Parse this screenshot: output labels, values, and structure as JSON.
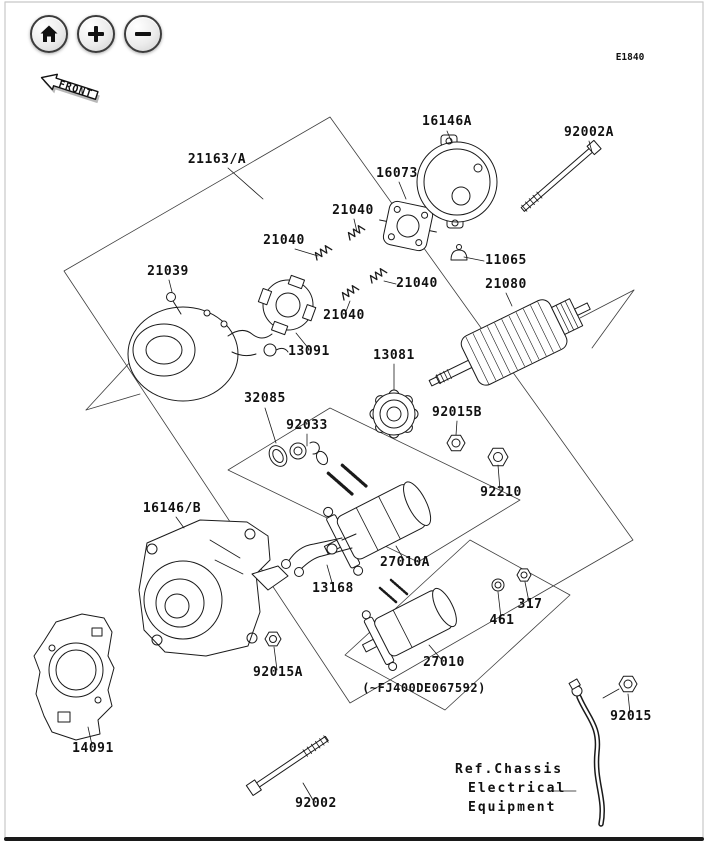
{
  "page": {
    "code": "E1840"
  },
  "colors": {
    "line": "#1a1a1a",
    "background": "#ffffff",
    "button_border": "#3c3c3c"
  },
  "toolbar": {
    "buttons": [
      {
        "icon": "home-icon"
      },
      {
        "icon": "zoom-in-icon"
      },
      {
        "icon": "zoom-out-icon"
      }
    ]
  },
  "front_arrow": {
    "label": "FRONT"
  },
  "diagram": {
    "labels": [
      {
        "part": "21163/A"
      },
      {
        "part": "16146A"
      },
      {
        "part": "92002A"
      },
      {
        "part": "16073"
      },
      {
        "part": "21040"
      },
      {
        "part": "21040"
      },
      {
        "part": "21039"
      },
      {
        "part": "21040"
      },
      {
        "part": "11065"
      },
      {
        "part": "21080"
      },
      {
        "part": "21040"
      },
      {
        "part": "13091"
      },
      {
        "part": "13081"
      },
      {
        "part": "32085"
      },
      {
        "part": "92033"
      },
      {
        "part": "92015B"
      },
      {
        "part": "92210"
      },
      {
        "part": "16146/B"
      },
      {
        "part": "27010A"
      },
      {
        "part": "13168"
      },
      {
        "part": "317"
      },
      {
        "part": "461"
      },
      {
        "part": "27010"
      },
      {
        "part": "92015A"
      },
      {
        "part": "14091"
      },
      {
        "part": "92002"
      },
      {
        "part": "92015"
      }
    ],
    "inset_caption": "(~FJ400DE067592)",
    "ref_note_lines": [
      "Ref.Chassis",
      "Electrical",
      "Equipment"
    ]
  }
}
